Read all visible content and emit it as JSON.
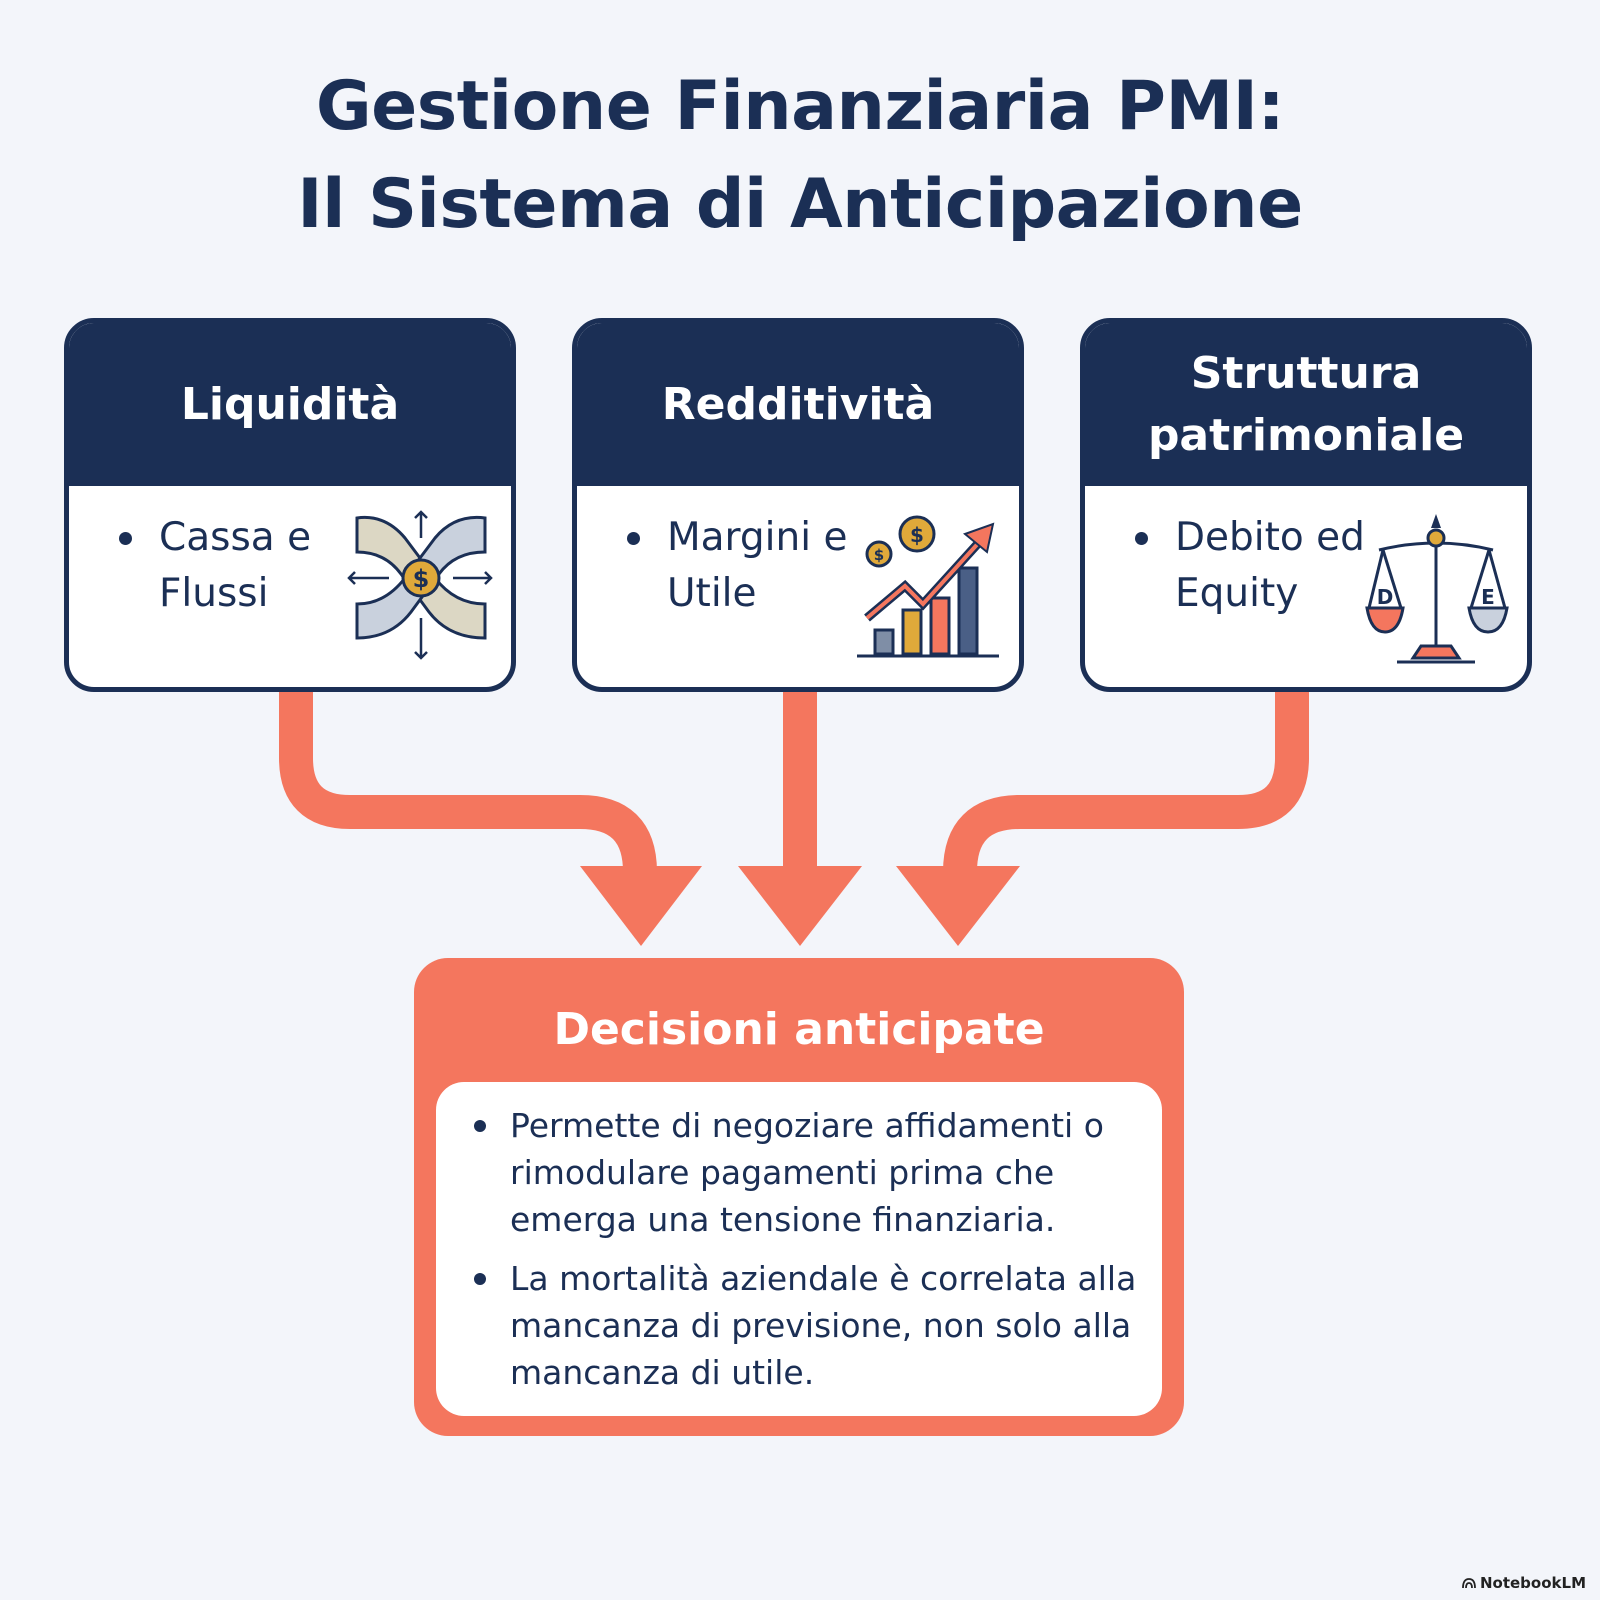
{
  "title": {
    "line1": "Gestione Finanziaria PMI:",
    "line2": "Il Sistema di Anticipazione"
  },
  "cards": [
    {
      "heading": "Liquidità",
      "bullet": "Cassa e Flussi",
      "icon": "cash-flow-icon"
    },
    {
      "heading": "Redditività",
      "bullet": "Margini e Utile",
      "icon": "growth-chart-icon"
    },
    {
      "heading": "Struttura patrimoniale",
      "bullet": "Debito ed Equity",
      "icon": "balance-scale-icon",
      "icon_letters": {
        "left": "D",
        "right": "E"
      }
    }
  ],
  "decision": {
    "heading": "Decisioni anticipate",
    "points": [
      "Permette di negoziare affidamenti o rimodulare pagamenti prima che emerga una tensione finanziaria.",
      "La mortalità aziendale è correlata alla mancanza di previsione, non solo alla mancanza di utile."
    ]
  },
  "brand": "NotebookLM",
  "colors": {
    "navy": "#1b2f55",
    "coral": "#f4765e",
    "background": "#f3f5fa"
  }
}
